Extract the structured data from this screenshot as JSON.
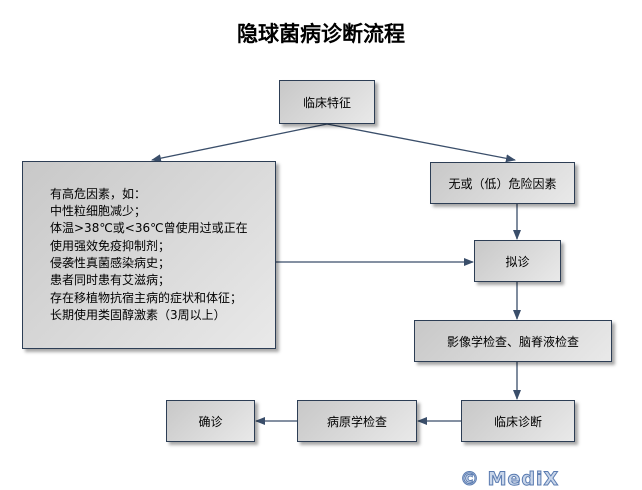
{
  "title": "隐球菌病诊断流程",
  "nodes": {
    "clinical_features": "临床特征",
    "high_risk": {
      "lines": [
        "有高危因素，如：",
        "中性粒细胞减少；",
        "体温>38℃或<36℃曾使用过或正在",
        "使用强效免疫抑制剂；",
        "侵袭性真菌感染病史；",
        "患者同时患有艾滋病；",
        "存在移植物抗宿主病的症状和体征；",
        "长期使用类固醇激素（3周以上）"
      ]
    },
    "low_risk": "无或（低）危险因素",
    "suspected": "拟诊",
    "imaging": "影像学检查、脑脊液检查",
    "clinical_diagnosis": "临床诊断",
    "pathogen": "病原学检查",
    "confirmed": "确诊"
  },
  "watermark": "© MediX",
  "colors": {
    "border": "#2d3e55",
    "arrow": "#3a4e6a"
  }
}
